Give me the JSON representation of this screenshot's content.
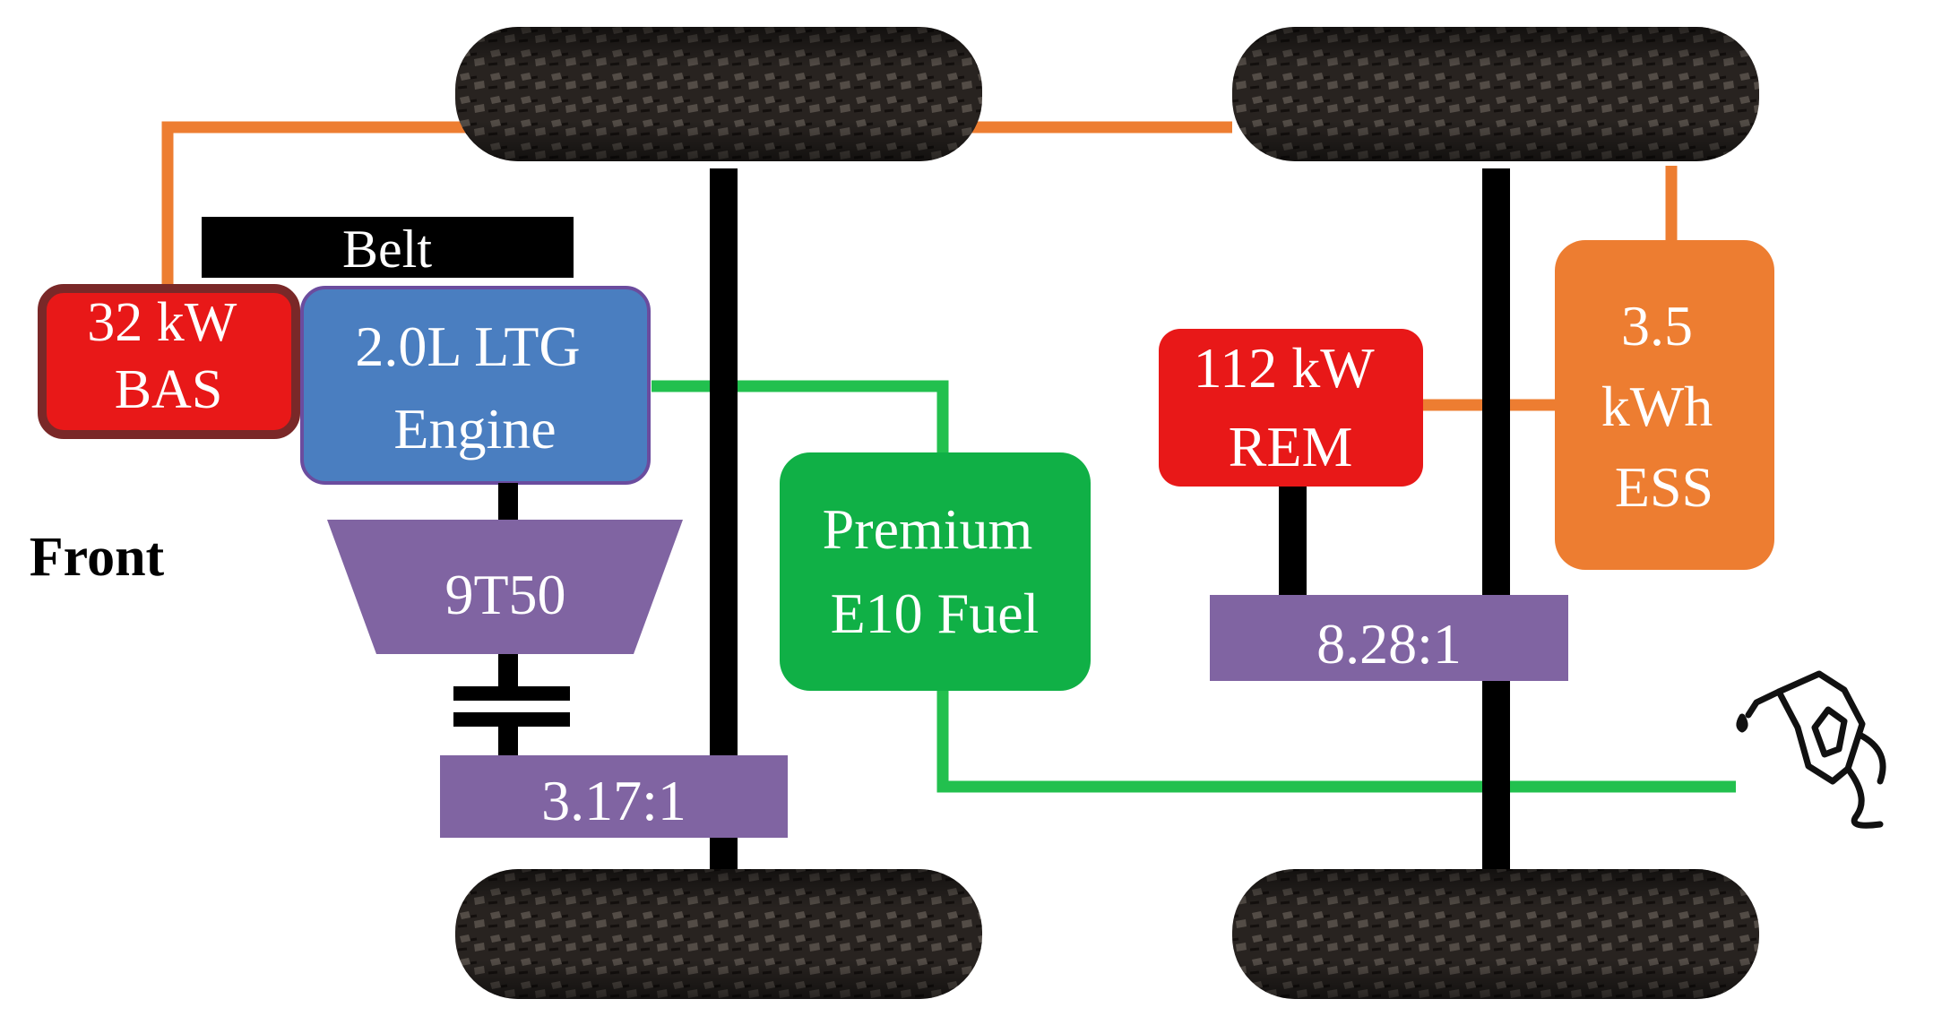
{
  "labels": {
    "belt": "Belt",
    "bas": [
      "32 kW",
      "BAS"
    ],
    "engine": [
      "2.0L LTG",
      "Engine"
    ],
    "transmission": "9T50",
    "front_drive": "3.17:1",
    "fuel": [
      "Premium",
      "E10 Fuel"
    ],
    "rem": [
      "112 kW",
      "REM"
    ],
    "rear_drive": "8.28:1",
    "ess": [
      "3.5",
      "kWh",
      "ESS"
    ],
    "front": "Front"
  },
  "icons": {
    "tire": "tire-icon",
    "fuel_pump": "fuel-pump-icon",
    "clutch": "clutch-icon"
  },
  "colors": {
    "electrical": "#ED7D31",
    "fuel_line": "#22C04E",
    "shaft": "#000000",
    "bas_fill": "#E81818",
    "bas_border": "#7A2828",
    "engine_fill": "#4A7EC0",
    "engine_border": "#6B4C9E",
    "gearbox": "#8064A2",
    "fuel_tank": "#10B046",
    "rem_fill": "#E81818",
    "ess_fill": "#ED7D31",
    "belt": "#000000",
    "tire": "#2A2522"
  }
}
